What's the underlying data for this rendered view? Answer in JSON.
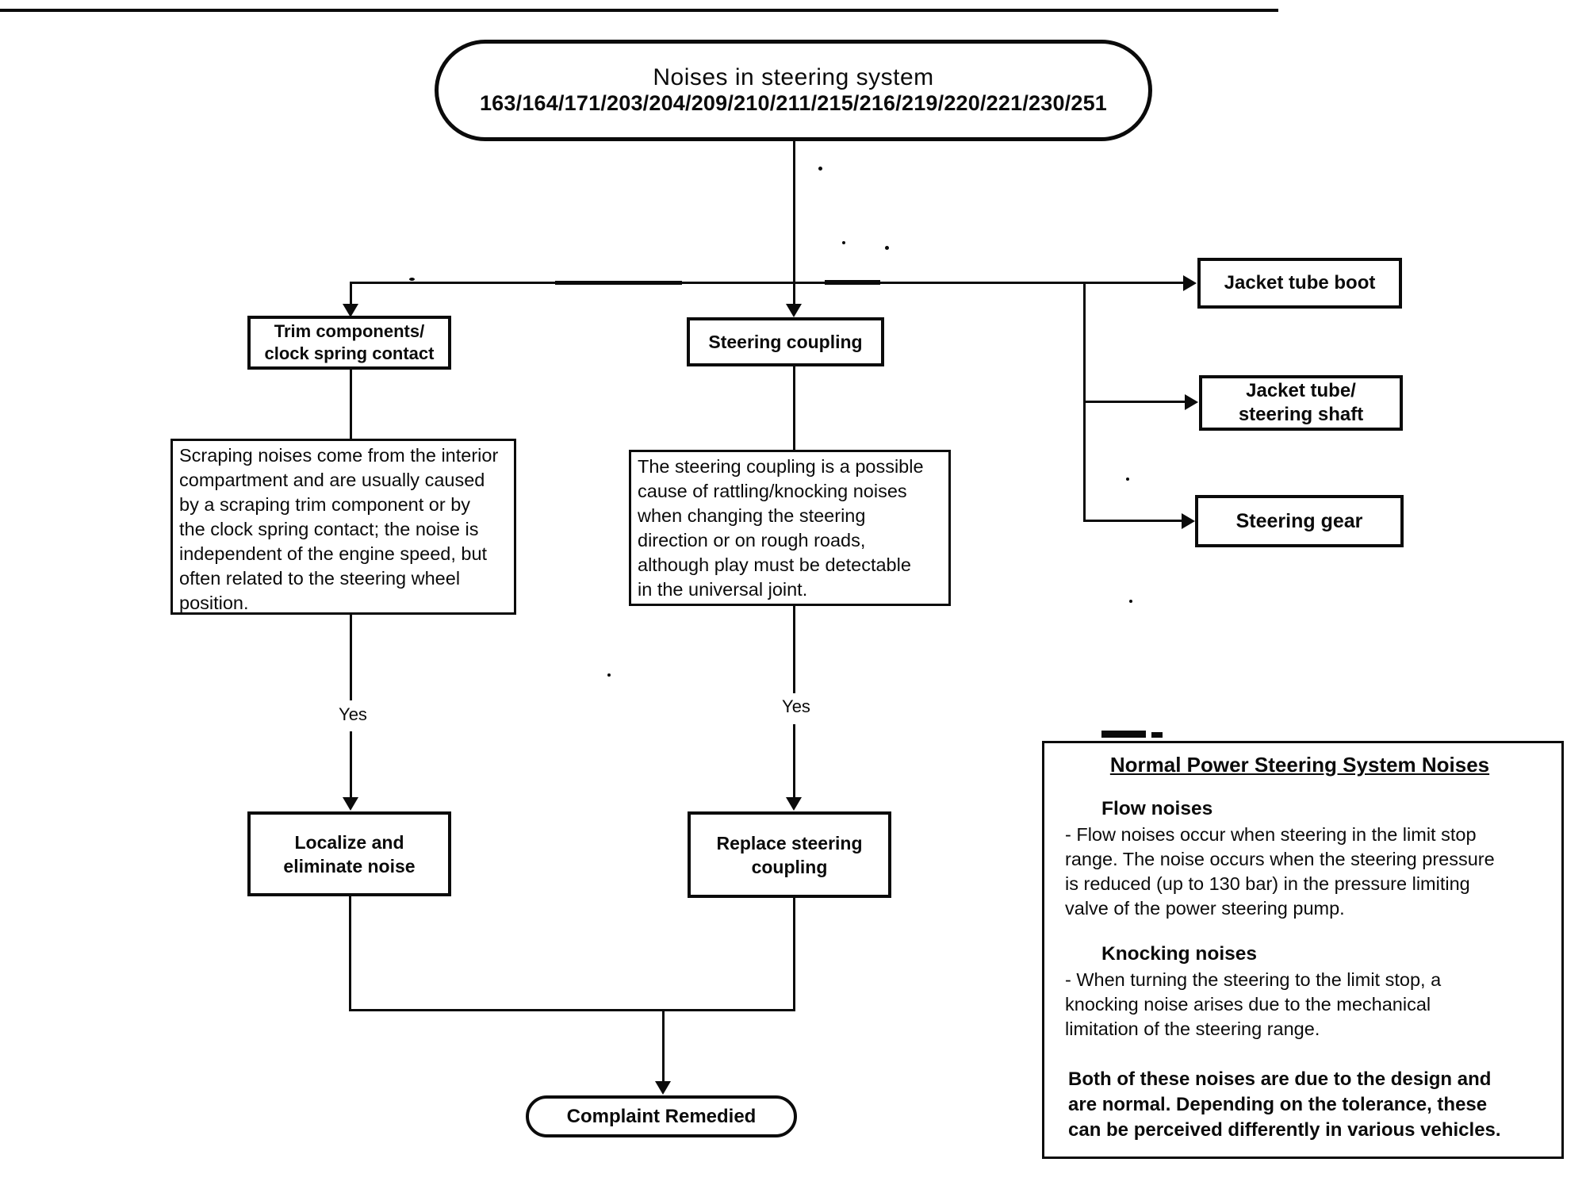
{
  "page": {
    "colors": {
      "ink": "#0b0b0b",
      "paper": "#ffffff"
    }
  },
  "flowchart": {
    "start": {
      "title": "Noises in steering system",
      "codes": "163/164/171/203/204/209/210/211/215/216/219/220/221/230/251"
    },
    "nodes": {
      "trim_components": "Trim components/\nclock spring contact",
      "steering_coupling": "Steering coupling",
      "jacket_tube_boot": "Jacket tube boot",
      "jacket_tube_steering_shaft": "Jacket tube/\nsteering shaft",
      "steering_gear": "Steering gear",
      "trim_description": "Scraping noises come from the interior\ncompartment and are usually caused\nby a scraping trim component or by\nthe clock spring contact; the noise is\nindependent of the engine speed, but\noften related to the steering wheel\nposition.",
      "coupling_description": "The steering coupling is a possible\ncause of rattling/knocking noises\nwhen changing the steering\ndirection or on rough roads,\nalthough play must be detectable\nin the universal joint.",
      "localize_eliminate": "Localize and\neliminate noise",
      "replace_coupling": "Replace steering\ncoupling",
      "complaint_remedied": "Complaint Remedied"
    },
    "branch_labels": {
      "left_yes": "Yes",
      "right_yes": "Yes"
    },
    "info_panel": {
      "heading": "Normal Power Steering System Noises",
      "sections": [
        {
          "heading": "Flow noises",
          "body": "-  Flow noises occur when steering in the limit stop\nrange.  The noise occurs when the steering pressure\nis reduced (up to 130 bar) in the pressure limiting\nvalve of the power steering pump."
        },
        {
          "heading": "Knocking noises",
          "body": "-  When turning the steering to the limit stop, a\nknocking noise arises due to the mechanical\nlimitation of the steering range."
        }
      ],
      "footer": "Both of these noises are due to the design and\nare normal.  Depending on the tolerance, these\ncan be perceived differently in various vehicles."
    }
  }
}
